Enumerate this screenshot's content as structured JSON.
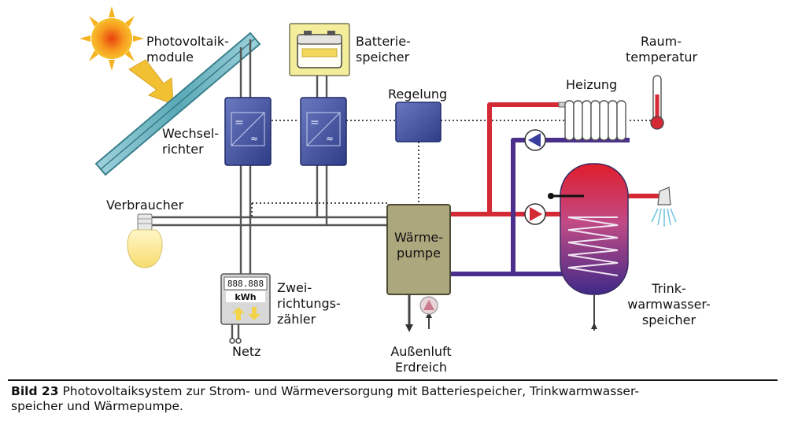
{
  "labels": {
    "pv_module": [
      "Photovoltaik-",
      "module"
    ],
    "battery": [
      "Batterie-",
      "speicher"
    ],
    "room_temp": [
      "Raum-",
      "temperatur"
    ],
    "heating": "Heizung",
    "control": "Regelung",
    "inverter": [
      "Wechsel-",
      "richter"
    ],
    "consumer": "Verbraucher",
    "heat_pump": [
      "Wärme-",
      "pumpe"
    ],
    "meter": [
      "Zwei-",
      "richtungs-",
      "zähler"
    ],
    "grid": "Netz",
    "outside_air": [
      "Außenluft",
      "Erdreich"
    ],
    "storage": [
      "Trink-",
      "warmwasser-",
      "speicher"
    ]
  },
  "meter_display": {
    "reading": "888.888",
    "unit": "kWh"
  },
  "caption": {
    "number": "Bild 23",
    "lines": [
      "Photovoltaiksystem zur Strom- und Wärmeversorgung mit Batteriespeicher, Trinkwarmwasser-",
      "speicher und Wärmepumpe."
    ]
  },
  "colors": {
    "hot_pipe": "#d42a36",
    "cold_pipe": "#4a2f8c",
    "inverter": "#3e4f9e",
    "heat_pump": "#ada77e",
    "battery_bg": "#f3ed9c",
    "sun": "#f4a21f"
  }
}
